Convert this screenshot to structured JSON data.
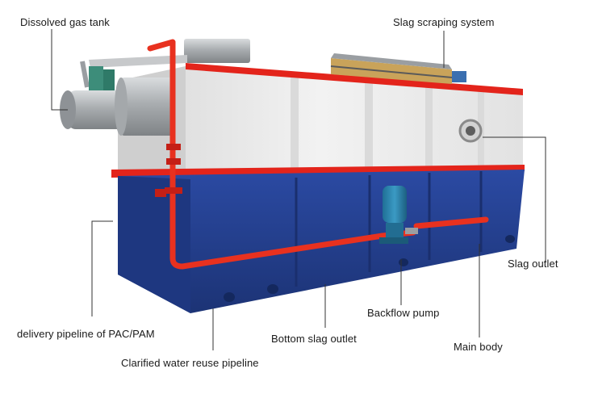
{
  "labels": {
    "dissolved_gas_tank": "Dissolved gas tank",
    "slag_scraping_system": "Slag scraping system",
    "slag_outlet": "Slag outlet",
    "backflow_pump": "Backflow pump",
    "main_body": "Main body",
    "bottom_slag_outlet": "Bottom slag outlet",
    "delivery_pipeline": "delivery pipeline of PAC/PAM",
    "clarified_water_pipeline": "Clarified water reuse pipeline"
  },
  "colors": {
    "tank_upper": "#e8e8e8",
    "tank_lower": "#233f8f",
    "red_trim": "#e3241b",
    "pipe": "#e8311f",
    "steel": "#b5b8bb",
    "pump": "#2a7fa8",
    "leader": "#333333"
  },
  "icons": [
    "flange-icon",
    "pump-motor-icon",
    "valve-icon"
  ]
}
